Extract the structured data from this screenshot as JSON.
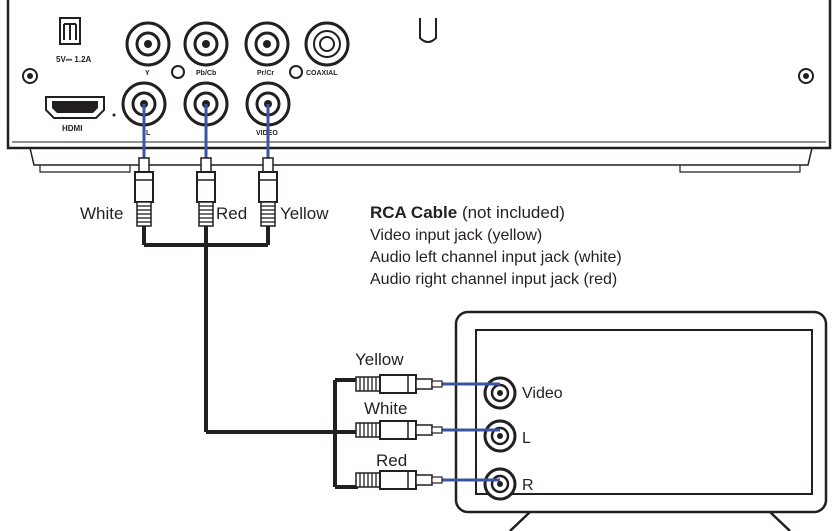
{
  "player": {
    "power_label": "5V⎓ 1.2A",
    "hdmi_label": "HDMI",
    "jack_labels": {
      "y": "Y",
      "pb": "Pb/Cb",
      "pr": "Pr/Cr",
      "coaxial": "COAXIAL",
      "audio_l": "L",
      "video": "VIDEO"
    }
  },
  "cable_labels": {
    "white": "White",
    "red": "Red",
    "yellow": "Yellow"
  },
  "info": {
    "title": "RCA Cable",
    "title_note": " (not included)",
    "lines": [
      "Video input jack (yellow)",
      "Audio left channel  input jack (white)",
      "Audio right channel  input jack (red)"
    ]
  },
  "tv": {
    "jack_labels": {
      "video": "Video",
      "left": "L",
      "right": "R"
    },
    "plug_labels": {
      "yellow": "Yellow",
      "white": "White",
      "red": "Red"
    }
  },
  "colors": {
    "line": "#231f20",
    "wire": "#3a55a4",
    "panel": "#ffffff"
  }
}
